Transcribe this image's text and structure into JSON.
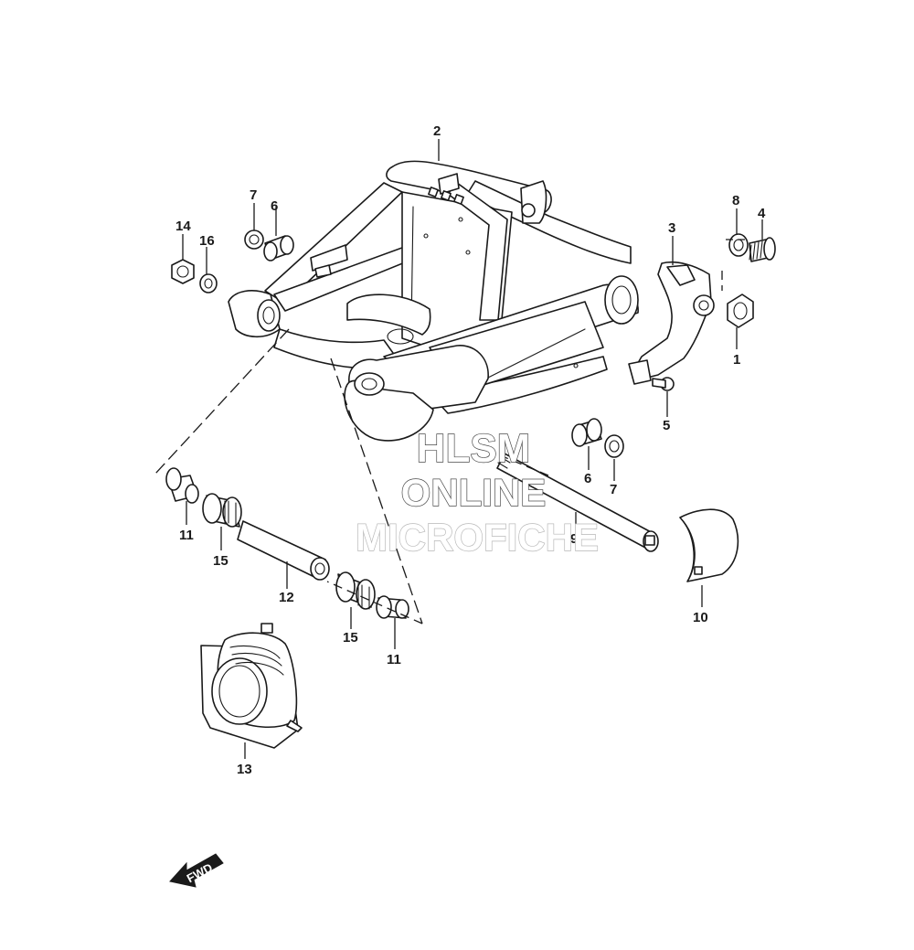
{
  "callouts": {
    "c1": "1",
    "c2": "2",
    "c3": "3",
    "c4": "4",
    "c5": "5",
    "c6a": "6",
    "c6b": "6",
    "c7a": "7",
    "c7b": "7",
    "c8": "8",
    "c9": "9",
    "c10": "10",
    "c11a": "11",
    "c11b": "11",
    "c12": "12",
    "c13": "13",
    "c14": "14",
    "c15a": "15",
    "c15b": "15",
    "c16": "16"
  },
  "watermark": {
    "line1": "HLSM",
    "line2": "ONLINE",
    "line3": "MICROFICHE"
  },
  "direction_label": "FWD",
  "colors": {
    "ink": "#1a1a1a",
    "watermark_outline": "#4a4a4a",
    "watermark_faint": "#b8b8b8"
  }
}
